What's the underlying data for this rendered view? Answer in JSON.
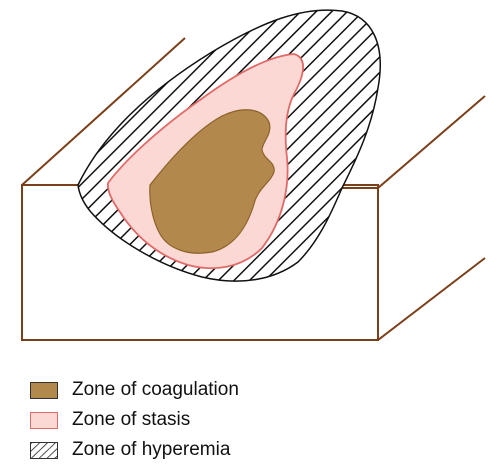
{
  "colors": {
    "coagulation": "#b3884d",
    "coagulation_edge": "#8a6228",
    "stasis": "#fcd8d5",
    "stasis_edge": "#e06a67",
    "hyperemia_hatch": "#111111",
    "skin_block": "#7b3f1a"
  },
  "legend": [
    {
      "label": "Zone of coagulation",
      "pattern": "solid-brown"
    },
    {
      "label": "Zone of stasis",
      "pattern": "solid-pink"
    },
    {
      "label": "Zone of hyperemia",
      "pattern": "diagonal-hatch"
    }
  ]
}
